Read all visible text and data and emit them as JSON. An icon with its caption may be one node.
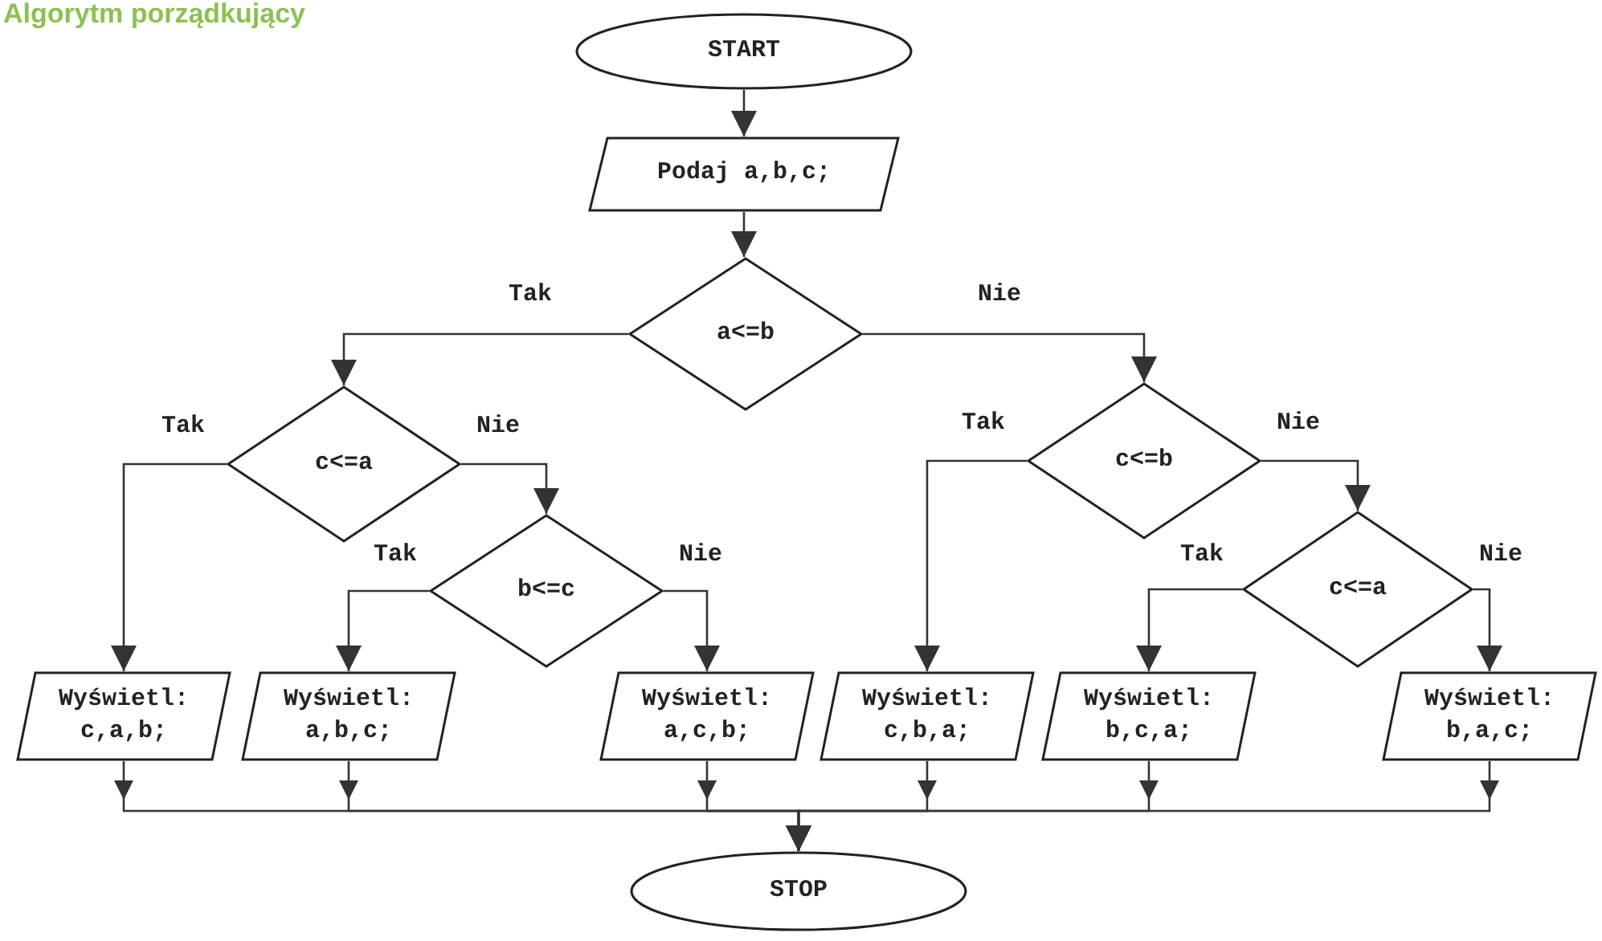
{
  "diagram": {
    "title": "Algorytm porządkujący",
    "nodes": [
      {
        "text": [
          "START"
        ]
      },
      {
        "text": [
          "Podaj a,b,c;"
        ]
      },
      {
        "text": [
          "a<=b"
        ]
      },
      {
        "text": [
          "c<=a"
        ]
      },
      {
        "text": [
          "b<=c"
        ]
      },
      {
        "text": [
          "c<=b"
        ]
      },
      {
        "text": [
          "c<=a"
        ]
      },
      {
        "text": [
          "Wyświetl: c,a,b;"
        ]
      },
      {
        "text": [
          "Wyświetl: a,b,c;"
        ]
      },
      {
        "text": [
          "Wyświetl: a,c,b;"
        ]
      },
      {
        "text": [
          "Wyświetl: c,b,a;"
        ]
      },
      {
        "text": [
          "Wyświetl: b,c,a;"
        ]
      },
      {
        "text": [
          "Wyświetl: b,a,c;"
        ]
      },
      {
        "text": [
          "STOP"
        ]
      }
    ],
    "edges": [
      {
        "from": 0,
        "to": 1,
        "arrow": "to"
      },
      {
        "from": 1,
        "to": 2,
        "arrow": "to"
      },
      {
        "from": 2,
        "to": 3,
        "arrow": "to",
        "label": "Tak"
      },
      {
        "from": 2,
        "to": 5,
        "arrow": "to",
        "label": "Nie"
      },
      {
        "from": 3,
        "to": 7,
        "arrow": "to",
        "label": "Tak"
      },
      {
        "from": 3,
        "to": 4,
        "arrow": "to",
        "label": "Nie"
      },
      {
        "from": 4,
        "to": 8,
        "arrow": "to",
        "label": "Tak"
      },
      {
        "from": 4,
        "to": 9,
        "arrow": "to",
        "label": "Nie"
      },
      {
        "from": 5,
        "to": 10,
        "arrow": "to",
        "label": "Tak"
      },
      {
        "from": 5,
        "to": 6,
        "arrow": "to",
        "label": "Nie"
      },
      {
        "from": 6,
        "to": 11,
        "arrow": "to",
        "label": "Tak"
      },
      {
        "from": 6,
        "to": 12,
        "arrow": "to",
        "label": "Nie"
      },
      {
        "from": 7,
        "to": 13,
        "arrow": "to"
      },
      {
        "from": 8,
        "to": 13,
        "arrow": "to"
      },
      {
        "from": 9,
        "to": 13,
        "arrow": "to"
      },
      {
        "from": 10,
        "to": 13,
        "arrow": "to"
      },
      {
        "from": 11,
        "to": 13,
        "arrow": "to"
      },
      {
        "from": 12,
        "to": 13,
        "arrow": "to"
      }
    ]
  }
}
